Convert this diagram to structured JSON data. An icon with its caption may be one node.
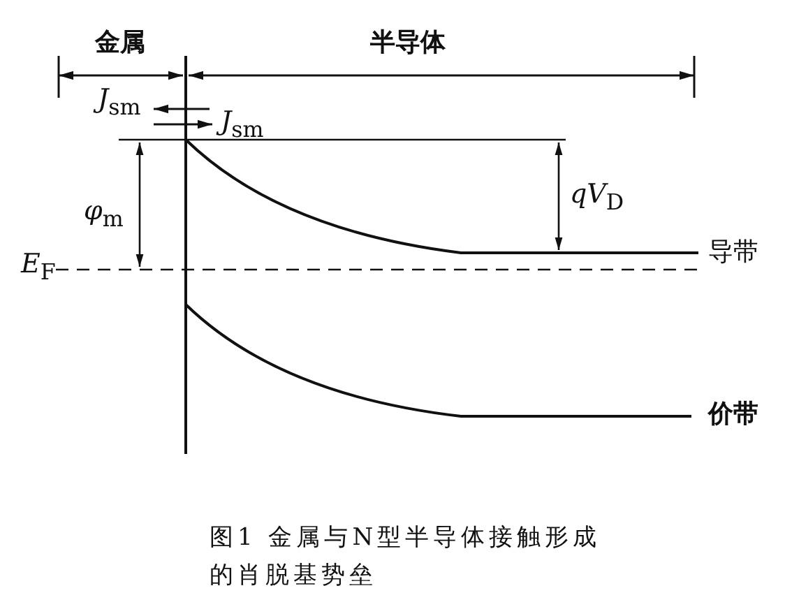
{
  "diagram": {
    "caption": "图1 金属与N型半导体接触形成的肖脱基势垒",
    "labels": [
      "金属",
      "半导体",
      "*J*$_{sm}$",
      "*J*$_{sm}$",
      "*φ*$_{m}$",
      "*qV*$_{D}$",
      "*E*$_{F}$",
      "导带",
      "价带"
    ]
  }
}
